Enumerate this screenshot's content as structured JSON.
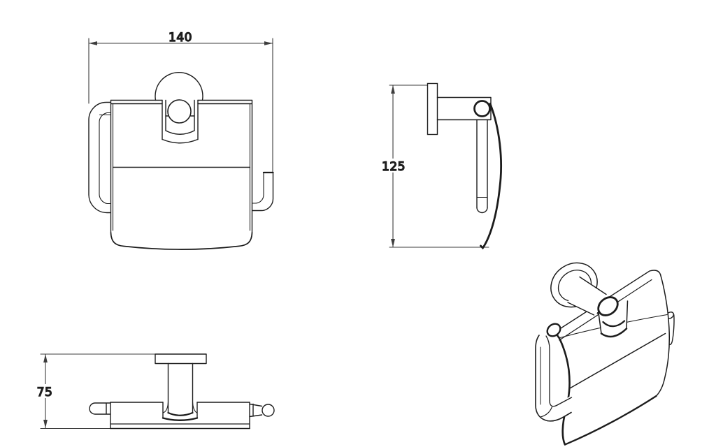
{
  "drawing": {
    "kind": "technical-orthographic-line-drawing",
    "background_color": "#ffffff",
    "part_line_color": "#1c1c1c",
    "dimension_line_color": "#3d3d3d",
    "dimensions": {
      "width": "140",
      "height": "125",
      "depth": "75"
    },
    "views": {
      "front": {
        "dimension_value": "140",
        "orientation": "horizontal"
      },
      "side": {
        "dimension_value": "125",
        "orientation": "vertical"
      },
      "bottom": {
        "dimension_value": "75",
        "orientation": "vertical"
      },
      "perspective": {
        "dimension_value": "",
        "orientation": ""
      }
    }
  }
}
